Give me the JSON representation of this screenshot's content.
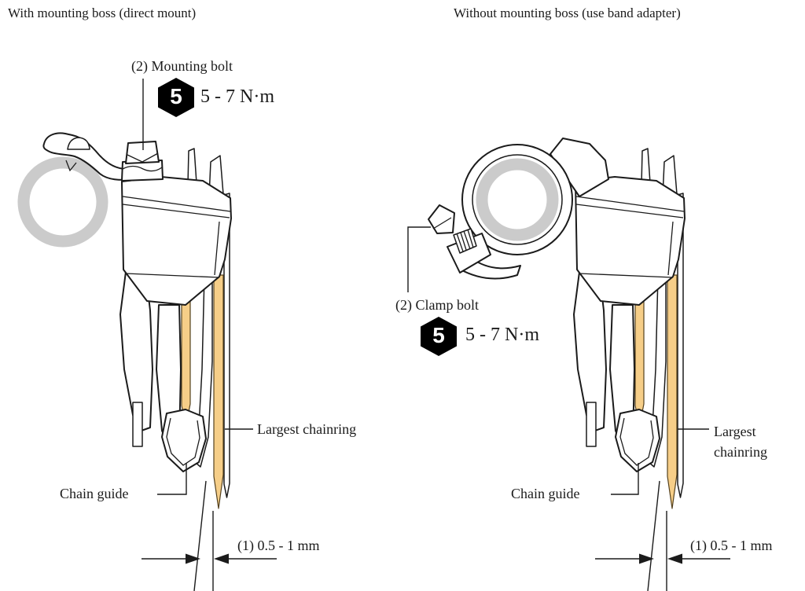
{
  "figure": {
    "left": {
      "title": "With mounting boss (direct mount)",
      "bolt_callout": "(2) Mounting bolt",
      "torque_tool_size": "5",
      "torque_value": "5 - 7 N·m",
      "largest_chainring_label": "Largest chainring",
      "chain_guide_label": "Chain guide",
      "clearance_label": "(1) 0.5 - 1 mm"
    },
    "right": {
      "title": "Without mounting boss (use band adapter)",
      "bolt_callout": "(2) Clamp bolt",
      "torque_tool_size": "5",
      "torque_value": "5 - 7 N·m",
      "largest_chainring_label": "Largest chainring",
      "chain_guide_label": "Chain guide",
      "clearance_label": "(1) 0.5 - 1 mm"
    }
  },
  "colors": {
    "chainring": "#F6CE88",
    "tube": "#CBCBCB",
    "line": "#1B1B1B",
    "torque_badge": "#000000"
  }
}
